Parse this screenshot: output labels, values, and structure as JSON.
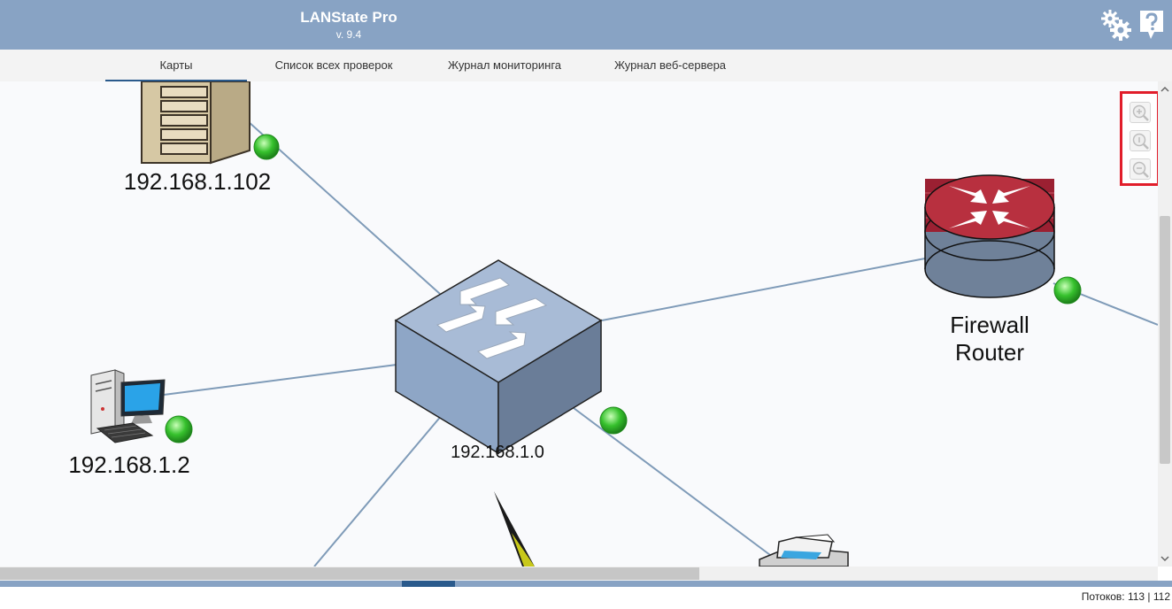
{
  "app": {
    "title": "LANState Pro",
    "version": "v. 9.4"
  },
  "tabs": [
    {
      "label": "Карты",
      "active": true
    },
    {
      "label": "Список всех проверок",
      "active": false
    },
    {
      "label": "Журнал мониторинга",
      "active": false
    },
    {
      "label": "Журнал веб-сервера",
      "active": false
    }
  ],
  "toolbar": {
    "settings_icon": "gears-icon",
    "help_icon": "help-icon"
  },
  "map": {
    "devices": [
      {
        "id": "server",
        "label": "192.168.1.102",
        "status": "online"
      },
      {
        "id": "switch",
        "label": "192.168.1.0",
        "status": "online"
      },
      {
        "id": "router",
        "label_line1": "Firewall",
        "label_line2": "Router",
        "status": "online"
      },
      {
        "id": "workstation",
        "label": "192.168.1.2",
        "status": "online"
      },
      {
        "id": "printer",
        "label": "",
        "status": "online"
      }
    ],
    "status_color": "#2fbf2f",
    "link_color": "#7f9bb8"
  },
  "zoom": {
    "zoom_in_icon": "zoom-in-icon",
    "zoom_reset_icon": "zoom-reset-icon",
    "zoom_out_icon": "zoom-out-icon"
  },
  "status_bar": {
    "text": "Потоков: 113 | 112"
  }
}
